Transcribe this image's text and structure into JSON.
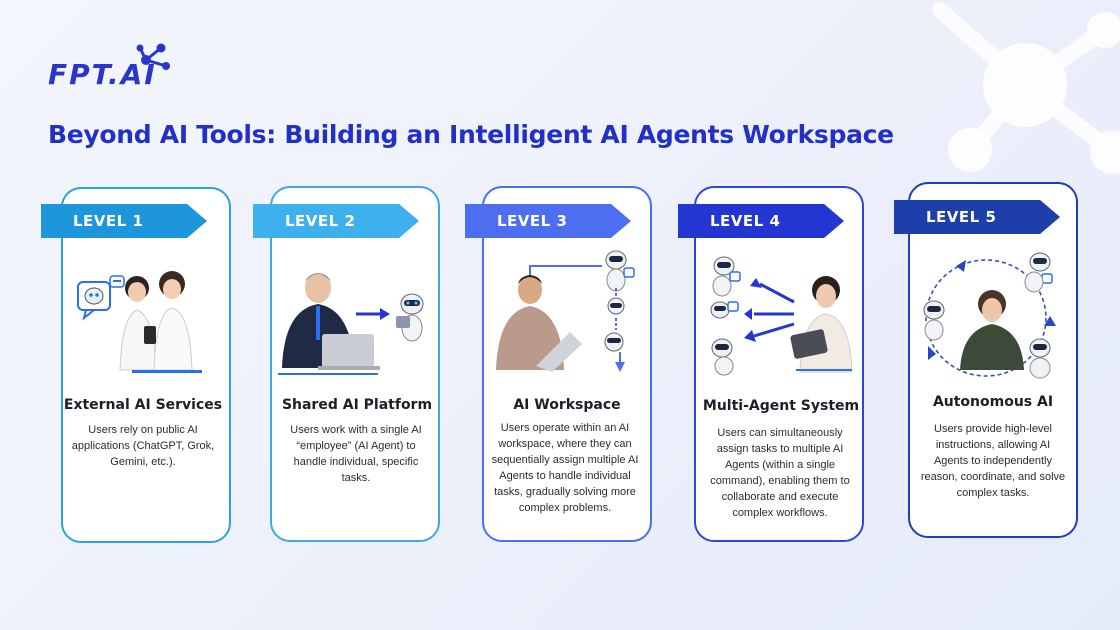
{
  "brand": {
    "logo_text": "FPT.AI"
  },
  "title": "Beyond AI Tools: Building an Intelligent AI Agents Workspace",
  "colors": {
    "title": "#2230c7",
    "level1": "#1e96dc",
    "level2": "#3fb0ee",
    "level3": "#4e6ef1",
    "level4": "#2436d1",
    "level5": "#1d3fa9"
  },
  "levels": [
    {
      "label": "LEVEL 1",
      "title": "External AI Services",
      "description": "Users rely on public AI applications (ChatGPT, Grok, Gemini, etc.).",
      "illustration": "two-women-chat-icon"
    },
    {
      "label": "LEVEL 2",
      "title": "Shared AI Platform",
      "description": "Users work with a single AI “employee” (AI Agent) to handle individual, specific tasks.",
      "illustration": "man-laptop-single-robot-icon"
    },
    {
      "label": "LEVEL 3",
      "title": "AI Workspace",
      "description": "Users operate within an AI workspace, where they can sequentially assign multiple AI Agents to handle individual tasks, gradually solving more complex problems.",
      "illustration": "man-laptop-robot-chain-icon"
    },
    {
      "label": "LEVEL 4",
      "title": "Multi-Agent System",
      "description": "Users can simultaneously assign tasks to multiple AI Agents (within a single command), enabling them to collaborate and execute complex workflows.",
      "illustration": "woman-tablet-robot-fanout-icon"
    },
    {
      "label": "LEVEL 5",
      "title": "Autonomous AI",
      "description": "Users provide high-level instructions, allowing AI Agents to independently reason, coordinate, and solve complex tasks.",
      "illustration": "woman-robot-cycle-icon"
    }
  ]
}
